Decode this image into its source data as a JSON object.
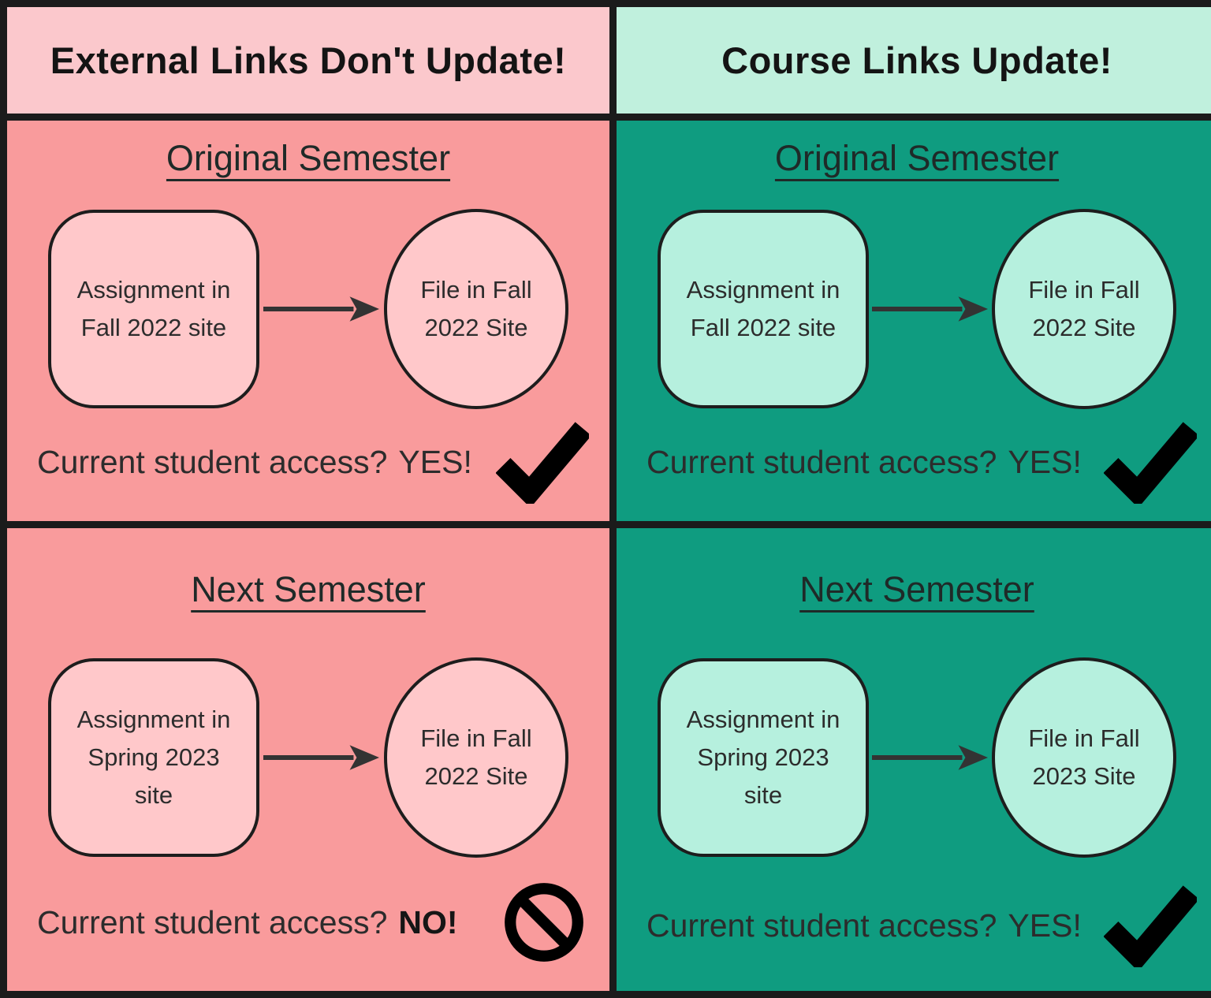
{
  "colors": {
    "pink_header": "#fbc8cc",
    "pink_body": "#f99b9c",
    "pink_shape": "#ffc8ca",
    "mint_header": "#c0f0dd",
    "teal_body": "#0f9c80",
    "mint_shape": "#b6f0de",
    "line_black": "#1b1b1b"
  },
  "columns": [
    {
      "header": "External Links Don't Update!",
      "sections": [
        {
          "title": "Original Semester",
          "source": "Assignment in Fall 2022 site",
          "target": "File in Fall 2022 Site",
          "question": "Current student access?",
          "answer": "YES!",
          "icon": "checkmark-icon"
        },
        {
          "title": "Next Semester",
          "source": "Assignment in Spring 2023 site",
          "target": "File in Fall 2022 Site",
          "question": "Current student access?",
          "answer": "NO!",
          "icon": "no-symbol-icon"
        }
      ]
    },
    {
      "header": "Course Links Update!",
      "sections": [
        {
          "title": "Original Semester",
          "source": "Assignment in Fall 2022 site",
          "target": "File in Fall 2022 Site",
          "question": "Current student access?",
          "answer": "YES!",
          "icon": "checkmark-icon"
        },
        {
          "title": "Next Semester",
          "source": "Assignment in Spring 2023 site",
          "target": "File in Fall 2023 Site",
          "question": "Current student access?",
          "answer": "YES!",
          "icon": "checkmark-icon"
        }
      ]
    }
  ]
}
